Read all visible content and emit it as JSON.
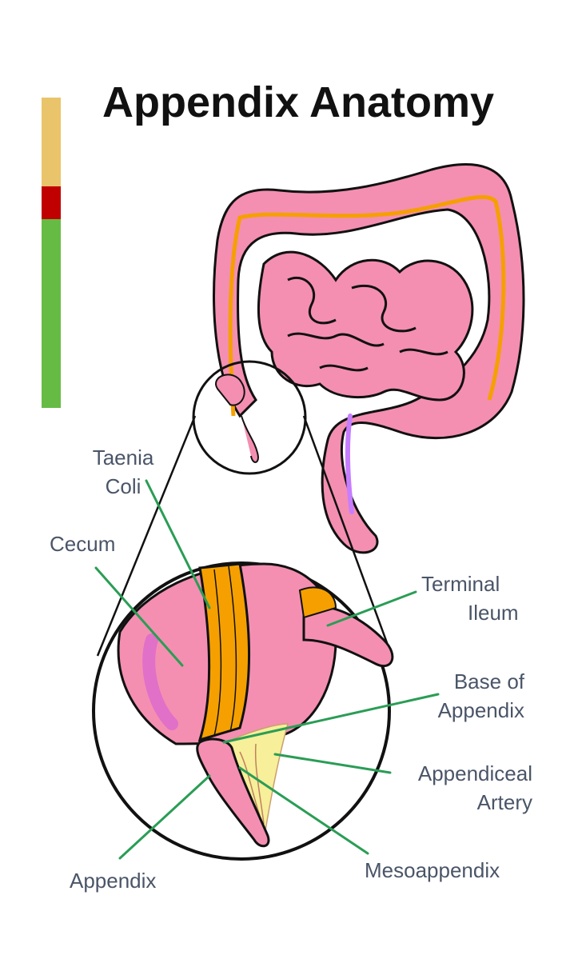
{
  "title": "Appendix Anatomy",
  "colors": {
    "bar_top": "#e9c46a",
    "bar_middle": "#c00000",
    "bar_bottom": "#66bb44",
    "bowel": "#f48fb1",
    "taenia": "#f5a000",
    "mesoappendix": "#f7ef99",
    "leader": "#2a9d55"
  },
  "labels": {
    "taenia_1": "Taenia",
    "taenia_2": "Coli",
    "cecum": "Cecum",
    "terminal_1": "Terminal",
    "terminal_2": "Ileum",
    "base_1": "Base of",
    "base_2": "Appendix",
    "artery_1": "Appendiceal",
    "artery_2": "Artery",
    "appendix": "Appendix",
    "mesoappendix": "Mesoappendix"
  }
}
